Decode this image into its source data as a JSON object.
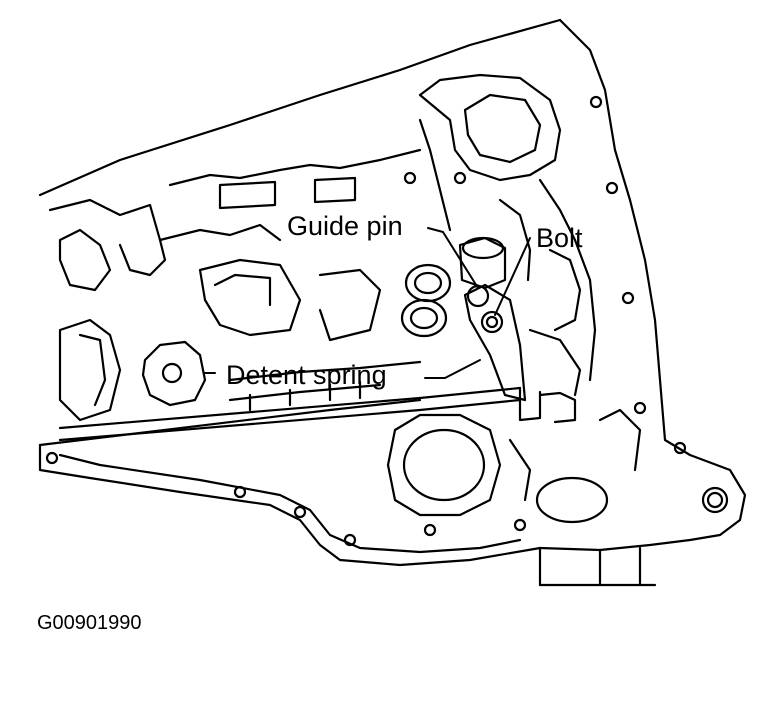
{
  "labels": {
    "guide_pin": "Guide pin",
    "bolt": "Bolt",
    "detent_spring": "Detent spring"
  },
  "figure_code": "G00901990",
  "colors": {
    "line": "#000000",
    "background": "#ffffff"
  }
}
